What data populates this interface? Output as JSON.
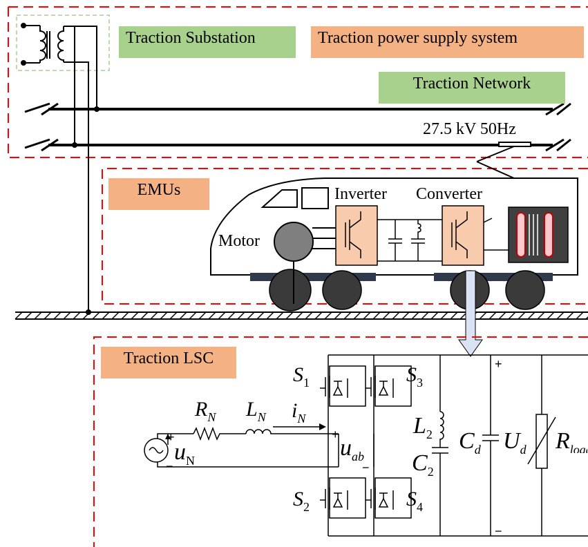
{
  "labels": {
    "traction_substation": "Traction Substation",
    "traction_power_supply_system": "Traction power supply system",
    "traction_network": "Traction Network",
    "voltage": "27.5 kV 50Hz",
    "emus": "EMUs",
    "inverter": "Inverter",
    "converter": "Converter",
    "motor": "Motor",
    "traction_lsc": "Traction LSC"
  },
  "circuit": {
    "S1": {
      "main": "S",
      "sub": "1"
    },
    "S2": {
      "main": "S",
      "sub": "2"
    },
    "S3": {
      "main": "S",
      "sub": "3"
    },
    "S4": {
      "main": "S",
      "sub": "4"
    },
    "RN": {
      "main": "R",
      "sub": "N"
    },
    "LN": {
      "main": "L",
      "sub": "N"
    },
    "iN": {
      "main": "i",
      "sub": "N"
    },
    "uN": {
      "main": "u",
      "sub": "N"
    },
    "uab": {
      "main": "u",
      "sub": "ab"
    },
    "L2": {
      "main": "L",
      "sub": "2"
    },
    "C2": {
      "main": "C",
      "sub": "2"
    },
    "Cd": {
      "main": "C",
      "sub": "d"
    },
    "Ud": {
      "main": "U",
      "sub": "d"
    },
    "Rload": {
      "main": "R",
      "sub": "load"
    },
    "plus": "+",
    "minus": "−"
  },
  "colors": {
    "dash_red": "#ff0000",
    "dash_green": "#a9d18e",
    "label_green": "#a9d18e",
    "label_orange": "#f4b183",
    "module_fill": "#f8cbad",
    "train_base": "#2f3b4c",
    "wheel": "#3a3a3a",
    "resistor_red": "#c00000",
    "arrow_fill": "#dae3f3"
  }
}
